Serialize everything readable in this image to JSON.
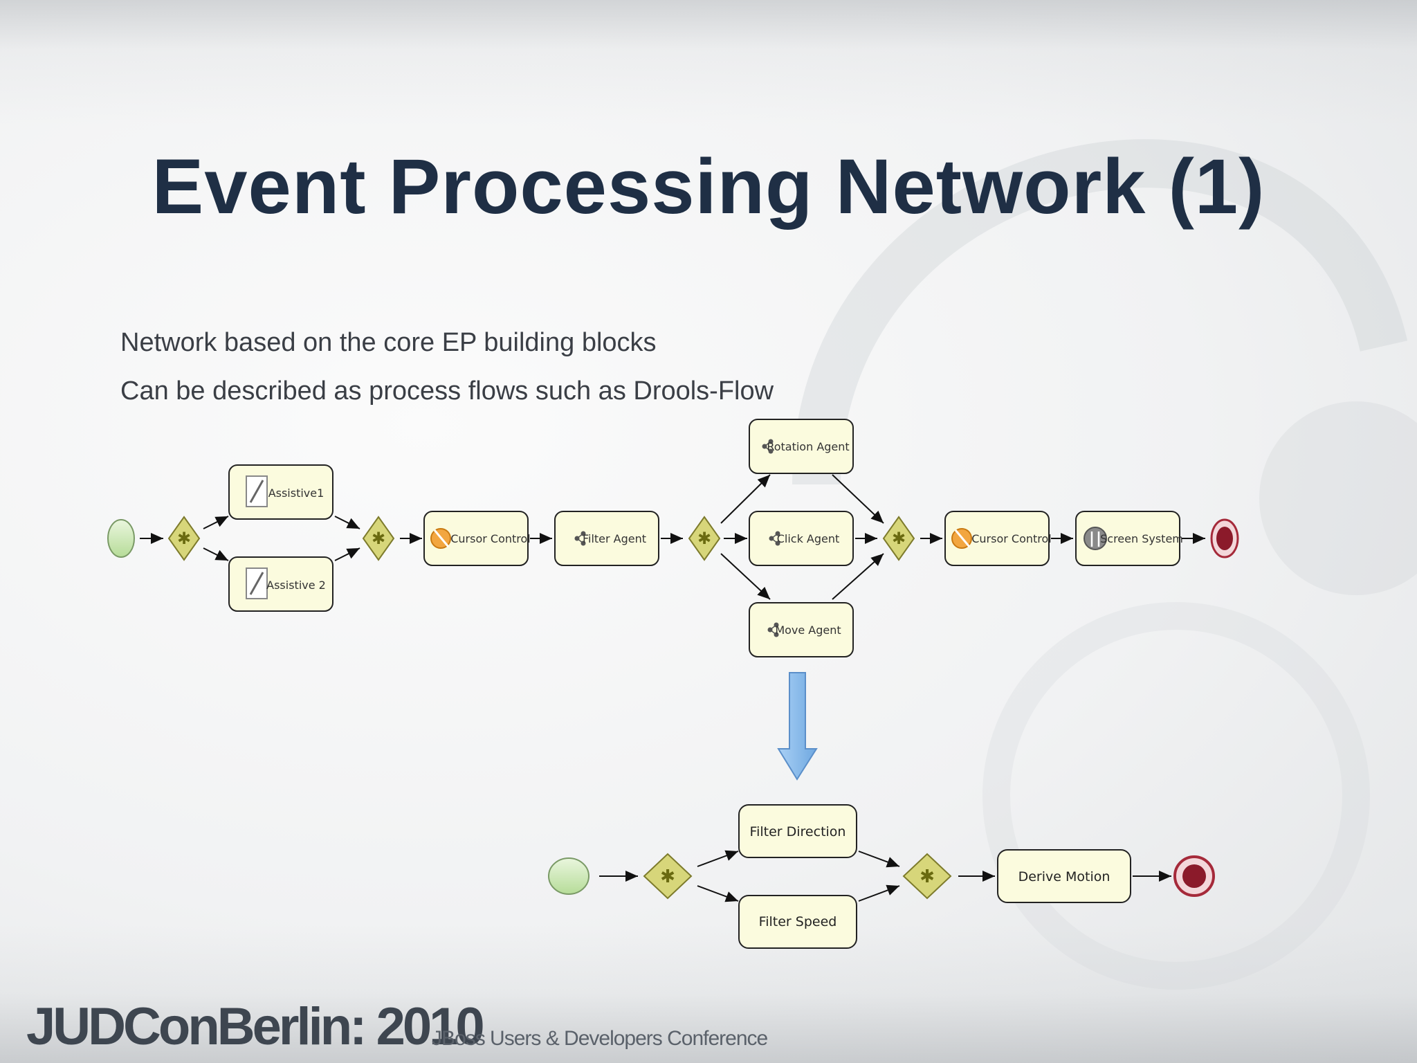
{
  "slide": {
    "title": "Event Processing Network (1)",
    "bullets": [
      "Network based on the core EP building blocks",
      "Can be described as process flows such as Drools-Flow"
    ]
  },
  "diagram_top": {
    "nodes": {
      "assistive1": "Assistive1",
      "assistive2": "Assistive 2",
      "cursor_control_1": "Cursor Control",
      "filter_agent": "Filter Agent",
      "rotation_agent": "Rotation Agent",
      "click_agent": "Click Agent",
      "move_agent": "Move Agent",
      "cursor_control_2": "Cursor Control",
      "screen_system": "Screen System"
    }
  },
  "diagram_bottom": {
    "nodes": {
      "filter_direction": "Filter Direction",
      "filter_speed": "Filter Speed",
      "derive_motion": "Derive Motion"
    }
  },
  "footer": {
    "logo": "JUDConBerlin: 2010",
    "subtitle": "JBoss Users & Developers Conference"
  },
  "colors": {
    "title": "#1f2f45",
    "node_fill": "#fbfbde",
    "gateway_fill": "#d7d67a",
    "start_event": "#c8e6b0",
    "end_event": "#8b1a2a",
    "down_arrow": "#8fc0ef"
  }
}
